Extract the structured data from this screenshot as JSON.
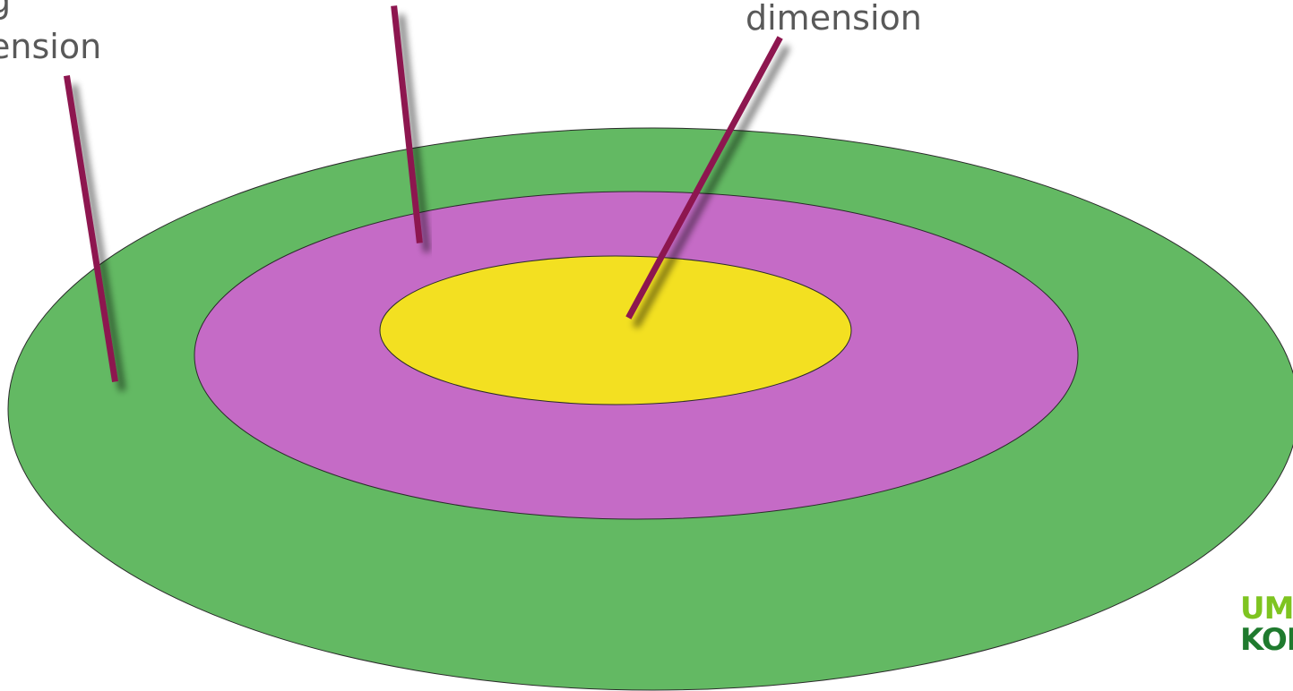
{
  "labels": {
    "left_line1": "g",
    "left_line2": "ension",
    "right": "dimension"
  },
  "logo": {
    "line1": "UMI",
    "line2": "KOÑ"
  },
  "colors": {
    "outer_ring": "#63b963",
    "middle_ring": "#c56bc6",
    "inner_ring": "#f3e021",
    "pointer": "#8d1750",
    "label_text": "#595959",
    "logo_top": "#7ec420",
    "logo_bottom": "#1f7a2e"
  }
}
